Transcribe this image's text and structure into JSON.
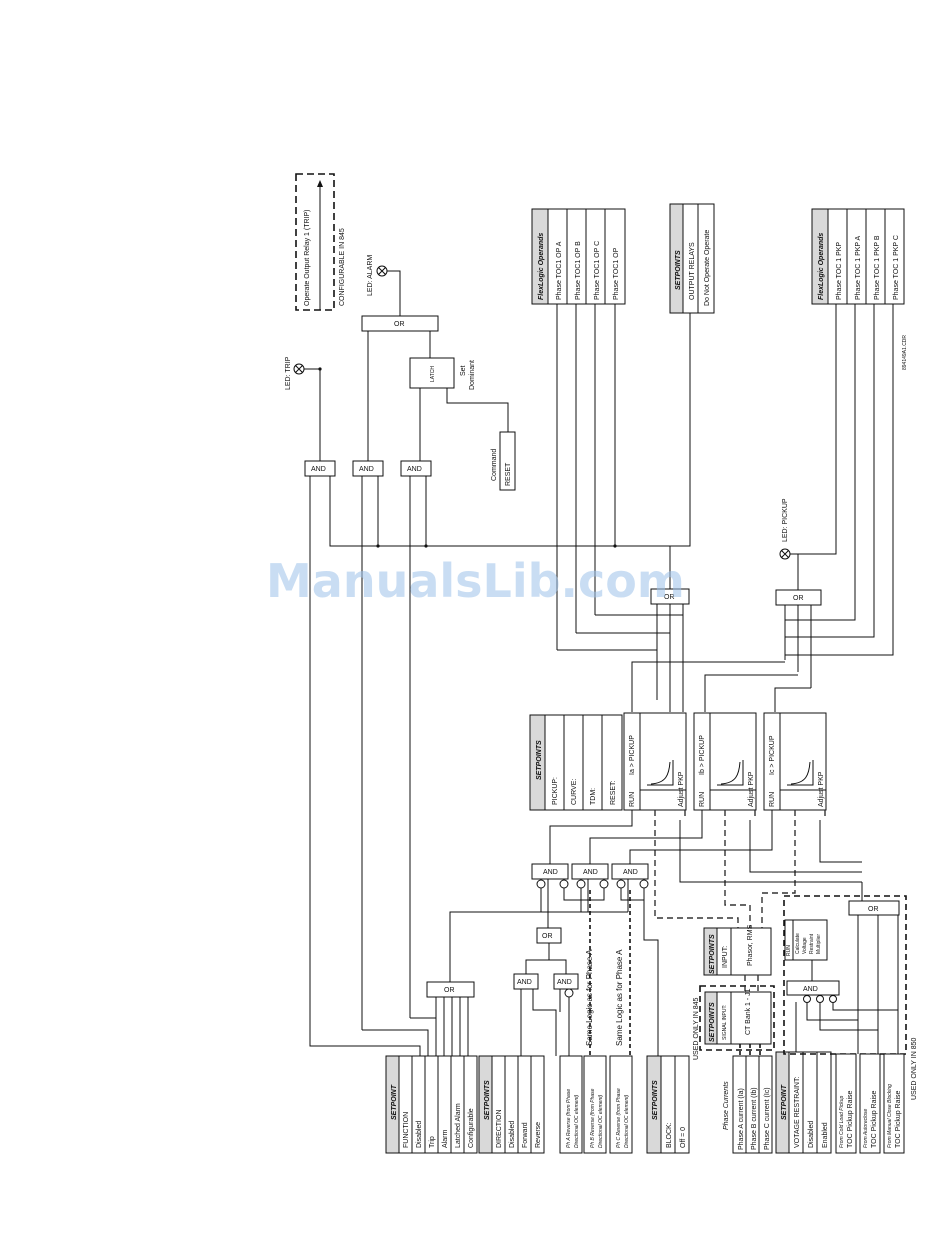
{
  "watermark": "ManualsLib.com",
  "figure_code": "894149A1.CDR",
  "outputs": {
    "trip_relay": "Operate Output Relay 1 (TRIP)",
    "trip_relay_note": "CONFIGURABLE IN 845",
    "led_trip": "LED: TRIP",
    "led_alarm": "LED: ALARM",
    "led_pickup": "LED: PICKUP",
    "latch": "LATCH",
    "latch_set": "Set",
    "latch_dominant": "Dominant",
    "command_label": "Command",
    "command_value": "RESET"
  },
  "gates": {
    "and": "AND",
    "or": "OR"
  },
  "flexlogic_op": {
    "header": "FlexLogic Operands",
    "items": [
      "Phase TOC1 OP A",
      "Phase TOC1 OP B",
      "Phase TOC1 OP C",
      "Phase TOC1 OP"
    ]
  },
  "flexlogic_pkp": {
    "header": "FlexLogic Operands",
    "items": [
      "Phase TOC 1 PKP",
      "Phase TOC 1 PKP A",
      "Phase TOC 1 PKP B",
      "Phase TOC 1 PKP C"
    ]
  },
  "setpoints_output": {
    "header": "SETPOINTS",
    "items": [
      "OUTPUT RELAYS",
      "Do Not Operate Operate"
    ]
  },
  "setpoints_pickup": {
    "header": "SETPOINTS",
    "items": [
      "PICKUP:",
      "CURVE:",
      "TDM:",
      "RESET:"
    ]
  },
  "toc_elements": [
    {
      "label": "Ia > PICKUP",
      "run": "RUN",
      "adjust": "Adjust PKP"
    },
    {
      "label": "Ib > PICKUP",
      "run": "RUN",
      "adjust": "Adjust PKP"
    },
    {
      "label": "Ic > PICKUP",
      "run": "RUN",
      "adjust": "Adjust PKP"
    }
  ],
  "setpoint_function": {
    "header": "SETPOINT",
    "items": [
      "FUNCTION",
      "Disabled",
      "Trip",
      "Alarm",
      "Latched Alarm",
      "Configurable"
    ]
  },
  "setpoint_direction": {
    "header": "SETPOINTS",
    "items": [
      "DIRECTION",
      "Disabled",
      "Forward",
      "Reverse"
    ]
  },
  "reverse_inputs": [
    {
      "line1": "Ph A Reverse (from Phase",
      "line2": "Directional OC element)"
    },
    {
      "line1": "Ph B Reverse (from Phase",
      "line2": "Directional OC element)"
    },
    {
      "line1": "Ph C Reverse (from Phase",
      "line2": "Directional OC element)"
    }
  ],
  "same_logic": [
    "Same Logic as for Phase A",
    "Same Logic as for Phase A"
  ],
  "setpoint_block": {
    "header": "SETPOINTS",
    "items": [
      "BLOCK:",
      "Off = 0"
    ]
  },
  "used_only_845": "USED ONLY IN 845",
  "used_only_850": "USED ONLY IN 850",
  "signal_input": {
    "header": "SETPOINTS",
    "items": [
      "SIGNAL INPUT:"
    ],
    "ct_bank": "CT Bank 1 - J1"
  },
  "setpoint_input": {
    "header": "SETPOINTS",
    "items": [
      "INPUT:"
    ],
    "phasor": "Phasor, RMS"
  },
  "phase_currents": {
    "title": "Phase Currents",
    "items": [
      "Phase A current (Ia)",
      "Phase B current (Ib)",
      "Phase C current (Ic)"
    ]
  },
  "voltage_restraint": {
    "header": "SETPOINT",
    "items": [
      "VOTAGE RESTRAINT:",
      "Disabled",
      "Enabled"
    ]
  },
  "calc_box": [
    "RUN",
    "Calculate",
    "Voltage",
    "Restraint",
    "Multiplier"
  ],
  "toc_raise": [
    {
      "small": "From Cold Load Pickup",
      "label": "TOC Pickup Raise"
    },
    {
      "small": "From Autoreclose",
      "label": "TOC Pickup Raise"
    },
    {
      "small": "From Manual Close Blocking",
      "label": "TOC Pickup Raise"
    }
  ]
}
